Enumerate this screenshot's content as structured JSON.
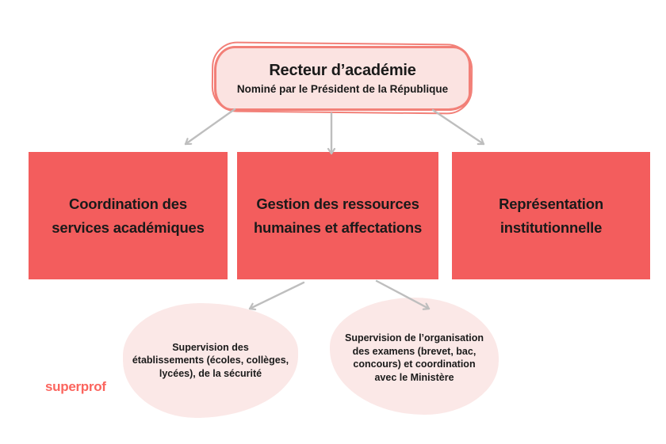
{
  "diagram": {
    "root": {
      "title": "Recteur d’académie",
      "subtitle": "Nominé par le Président de la République"
    },
    "branches": [
      {
        "lines": [
          "Coordination des",
          "services académiques"
        ]
      },
      {
        "lines": [
          "Gestion des ressources",
          "humaines et affectations"
        ]
      },
      {
        "lines": [
          "Représentation",
          "institutionnelle"
        ]
      }
    ],
    "leaves": [
      {
        "lines": [
          "Supervision des",
          "établissements (écoles, collèges,",
          "lycées), de la sécurité"
        ]
      },
      {
        "lines": [
          "Supervision de l’organisation",
          "des examens (brevet, bac,",
          "concours) et coordination",
          "avec le Ministère"
        ]
      }
    ]
  },
  "branding": {
    "logo_text": "superprof"
  },
  "colors": {
    "box_red": "#F35D5D",
    "top_fill": "#FBE3E1",
    "top_border": "#F28078",
    "top_shadow": "#F8CFCB",
    "blob_pink": "#FBE8E7",
    "arrow_gray": "#BEBEBE",
    "text_dark": "#1A1A1A",
    "logo_red": "#FB655E"
  }
}
